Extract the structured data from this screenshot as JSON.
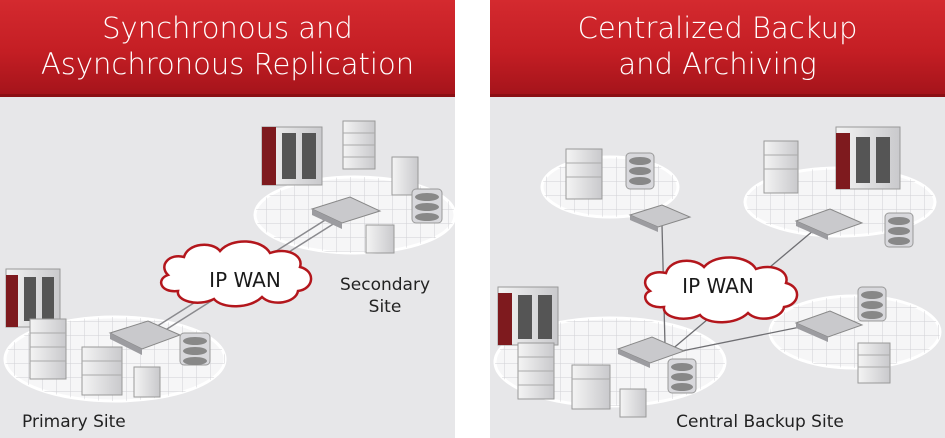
{
  "left_panel": {
    "title_line1": "Synchronous and",
    "title_line2": "Asynchronous Replication",
    "wan_label": "IP WAN",
    "secondary_line1": "Secondary",
    "secondary_line2": "Site",
    "primary_label": "Primary Site"
  },
  "right_panel": {
    "title_line1": "Centralized Backup",
    "title_line2": "and Archiving",
    "wan_label": "IP WAN",
    "central_label": "Central Backup Site"
  },
  "colors": {
    "banner_red": "#c41e24",
    "cloud_outline": "#b3161c",
    "background_gray": "#e7e7e9"
  }
}
